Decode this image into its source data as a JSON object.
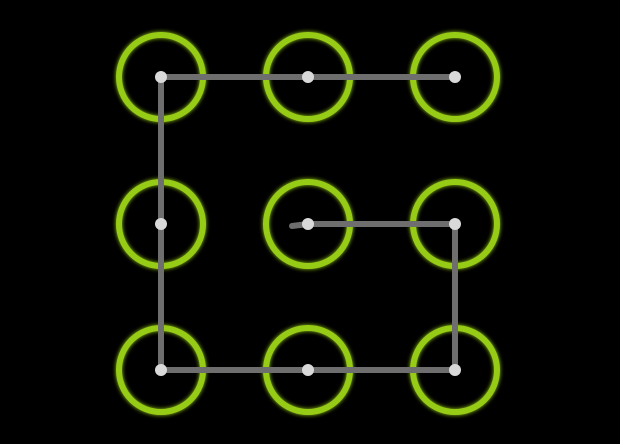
{
  "pattern_lock": {
    "grid_size": 3,
    "nodes": [
      {
        "id": 1,
        "row": 0,
        "col": 0,
        "selected": true
      },
      {
        "id": 2,
        "row": 0,
        "col": 1,
        "selected": true
      },
      {
        "id": 3,
        "row": 0,
        "col": 2,
        "selected": true
      },
      {
        "id": 4,
        "row": 1,
        "col": 0,
        "selected": true
      },
      {
        "id": 5,
        "row": 1,
        "col": 1,
        "selected": true
      },
      {
        "id": 6,
        "row": 1,
        "col": 2,
        "selected": true
      },
      {
        "id": 7,
        "row": 2,
        "col": 0,
        "selected": true
      },
      {
        "id": 8,
        "row": 2,
        "col": 1,
        "selected": true
      },
      {
        "id": 9,
        "row": 2,
        "col": 2,
        "selected": true
      }
    ],
    "path": [
      3,
      2,
      1,
      4,
      7,
      8,
      9,
      6,
      5
    ],
    "colors": {
      "background": "#000000",
      "ring": "#97CC14",
      "ring_glow": "#C6F23A",
      "dot": "#D9D9D9",
      "line": "#6E6E6E"
    }
  }
}
